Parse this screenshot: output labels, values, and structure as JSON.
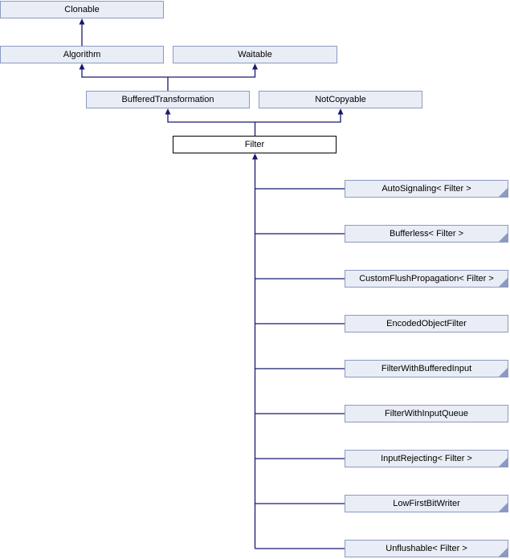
{
  "diagram": {
    "kind": "class-inheritance-graph",
    "focus_class": "Filter",
    "colors": {
      "node_fill": "#e9edf5",
      "node_border": "#8c9ac3",
      "focus_node_fill": "#ffffff",
      "focus_node_border": "#000000",
      "edge": "#191970",
      "text": "#000000",
      "background": "#ffffff"
    },
    "nodes": {
      "clonable": {
        "label": "Clonable"
      },
      "algorithm": {
        "label": "Algorithm"
      },
      "waitable": {
        "label": "Waitable"
      },
      "buffered_transformation": {
        "label": "BufferedTransformation"
      },
      "not_copyable": {
        "label": "NotCopyable"
      },
      "filter": {
        "label": "Filter"
      }
    },
    "children": [
      {
        "label": "AutoSignaling< Filter >",
        "has_hidden_subclasses": true
      },
      {
        "label": "Bufferless< Filter >",
        "has_hidden_subclasses": true
      },
      {
        "label": "CustomFlushPropagation< Filter >",
        "has_hidden_subclasses": true
      },
      {
        "label": "EncodedObjectFilter",
        "has_hidden_subclasses": false
      },
      {
        "label": "FilterWithBufferedInput",
        "has_hidden_subclasses": true
      },
      {
        "label": "FilterWithInputQueue",
        "has_hidden_subclasses": false
      },
      {
        "label": "InputRejecting< Filter >",
        "has_hidden_subclasses": true
      },
      {
        "label": "LowFirstBitWriter",
        "has_hidden_subclasses": true
      },
      {
        "label": "Unflushable< Filter >",
        "has_hidden_subclasses": true
      }
    ]
  }
}
